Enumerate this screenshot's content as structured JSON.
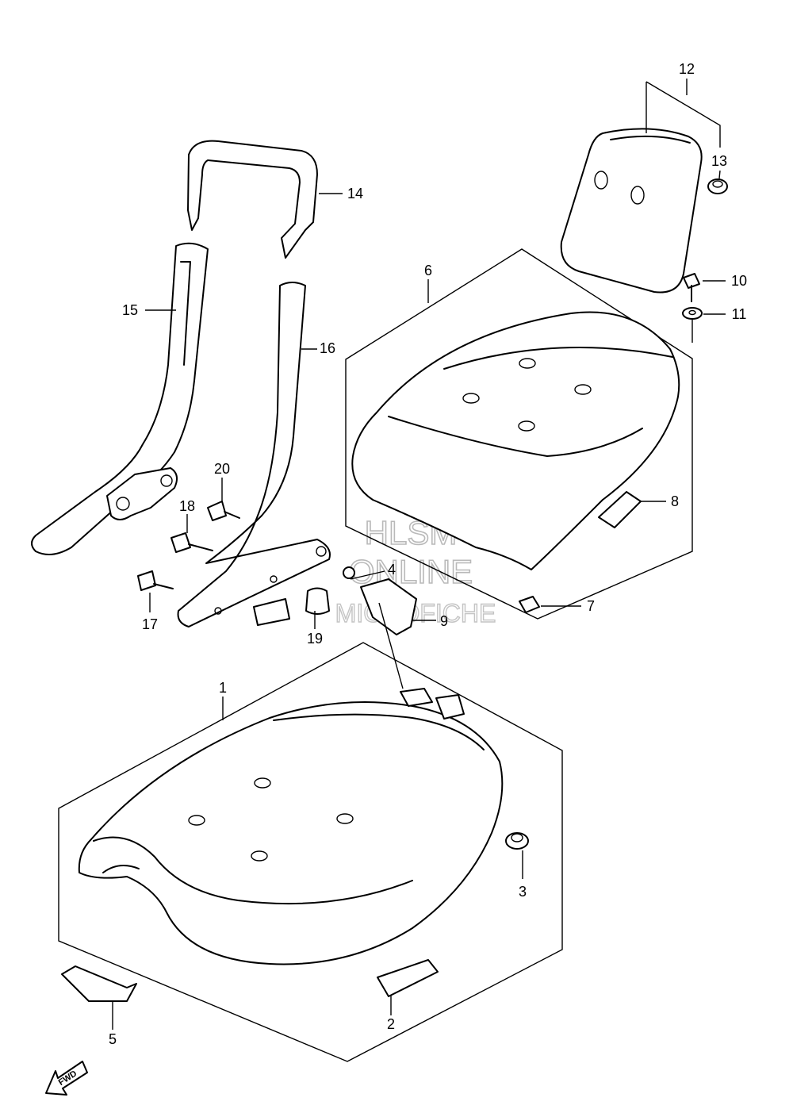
{
  "callouts": {
    "c1": "1",
    "c2": "2",
    "c3": "3",
    "c4": "4",
    "c5": "5",
    "c6": "6",
    "c7": "7",
    "c8": "8",
    "c9": "9",
    "c10": "10",
    "c11": "11",
    "c12": "12",
    "c13": "13",
    "c14": "14",
    "c15": "15",
    "c16": "16",
    "c17": "17",
    "c18": "18",
    "c19": "19",
    "c20": "20"
  },
  "watermark": {
    "line1": "HLSM",
    "line2": "ONLINE",
    "line3": "MICROFICHE"
  },
  "direction_label": "FWD"
}
